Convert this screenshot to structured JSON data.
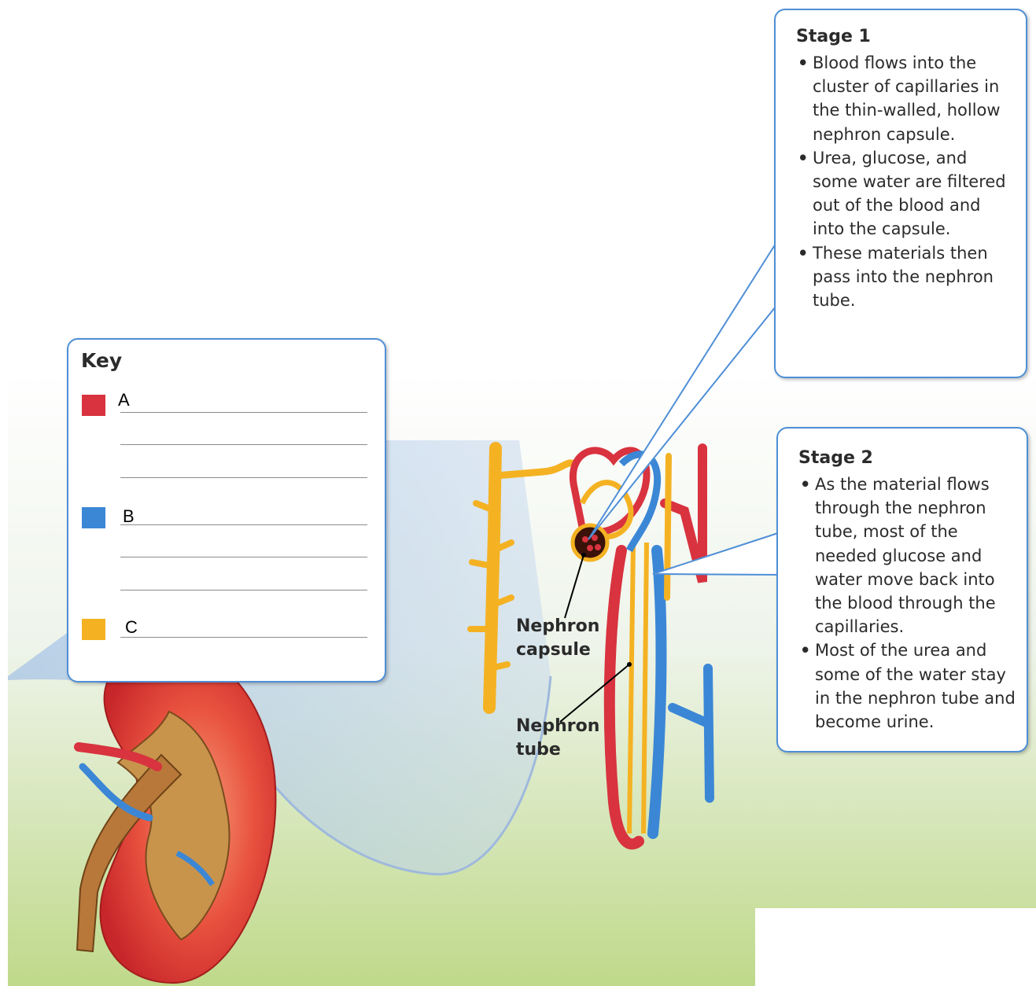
{
  "stage1": {
    "title": "Stage 1",
    "bullets": [
      "Blood flows into the cluster of capillaries in the thin-walled, hollow nephron capsule.",
      "Urea, glucose, and some water are filtered out of the blood and into the capsule.",
      "These materials then pass into the nephron tube."
    ]
  },
  "stage2": {
    "title": "Stage 2",
    "bullets": [
      "As the material flows through the nephron tube, most of the needed glucose and water move back into the blood through the capillaries.",
      "Most of the urea and some of the water stay in the nephron tube and become urine."
    ]
  },
  "key": {
    "title": "Key",
    "items": [
      {
        "letter": "A",
        "color": "#d8333f"
      },
      {
        "letter": "B",
        "color": "#3b87d6"
      },
      {
        "letter": "C",
        "color": "#f4b223"
      }
    ]
  },
  "labels": {
    "nephron_capsule_1": "Nephron",
    "nephron_capsule_2": "capsule",
    "nephron_tube_1": "Nephron",
    "nephron_tube_2": "tube"
  },
  "colors": {
    "callout_border": "#4f8fd6",
    "blood_red": "#d8333f",
    "blood_blue": "#3b87d6",
    "tube_yellow": "#f4b223",
    "kidney_tissue": "#e0403a",
    "ureter_brown": "#b8783a"
  }
}
